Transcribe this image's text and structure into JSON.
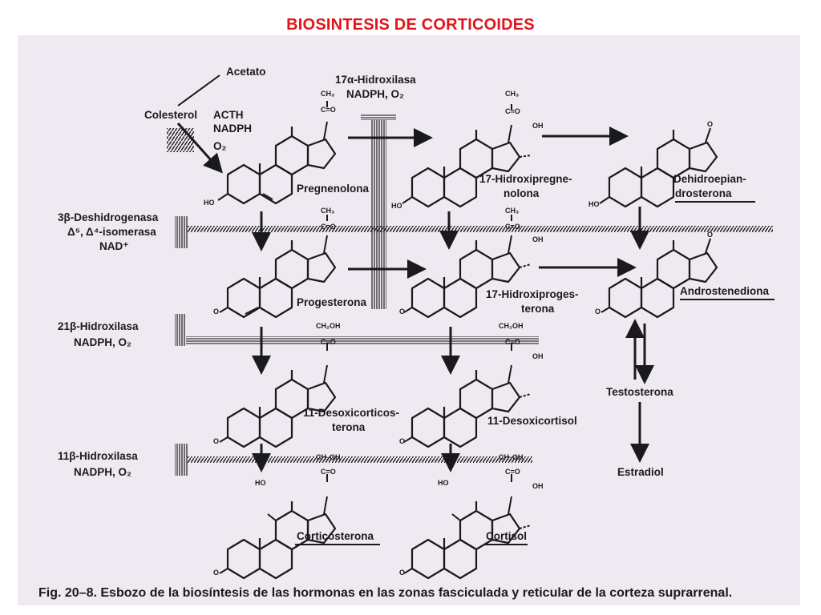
{
  "title": "BIOSINTESIS DE CORTICOIDES",
  "caption": "Fig. 20–8. Esbozo de la biosíntesis de las hormonas en las zonas fasciculada y reticular de la corteza suprarrenal.",
  "inputs": {
    "acetato": "Acetato",
    "colesterol": "Colesterol",
    "acth": "ACTH",
    "nadph": "NADPH",
    "o2": "O₂"
  },
  "enzymes": {
    "hidroxilasa17_name": "17α-Hidroxilasa",
    "hidroxilasa17_cof": "NADPH, O₂",
    "deshidro_name": "3β-Deshidrogenasa",
    "deshidro_iso": "Δ⁵, Δ⁴-isomerasa",
    "deshidro_cof": "NAD⁺",
    "h21_name": "21β-Hidroxilasa",
    "h21_cof": "NADPH, O₂",
    "h11_name": "11β-Hidroxilasa",
    "h11_cof": "NADPH, O₂"
  },
  "compounds": {
    "pregnenolona": "Pregnenolona",
    "hidroxipregn_1": "17-Hidroxipregne-",
    "hidroxipregn_2": "nolona",
    "dhea_1": "Dehidroepian-",
    "dhea_2": "drosterona",
    "progesterona": "Progesterona",
    "hidroxiprog_1": "17-Hidroxiproges-",
    "hidroxiprog_2": "terona",
    "androstenediona": "Androstenediona",
    "desoxicort_1": "11-Desoxicorticos-",
    "desoxicort_2": "terona",
    "desoxicortisol": "11-Desoxicortisol",
    "corticosterona": "Corticosterona",
    "cortisol": "Cortisol",
    "testosterona": "Testosterona",
    "estradiol": "Estradiol"
  },
  "groups": {
    "ch3": "CH₃",
    "co": "C=O",
    "ch2oh": "CH₂OH",
    "oh": "OH",
    "ho": "HO",
    "o": "O"
  }
}
